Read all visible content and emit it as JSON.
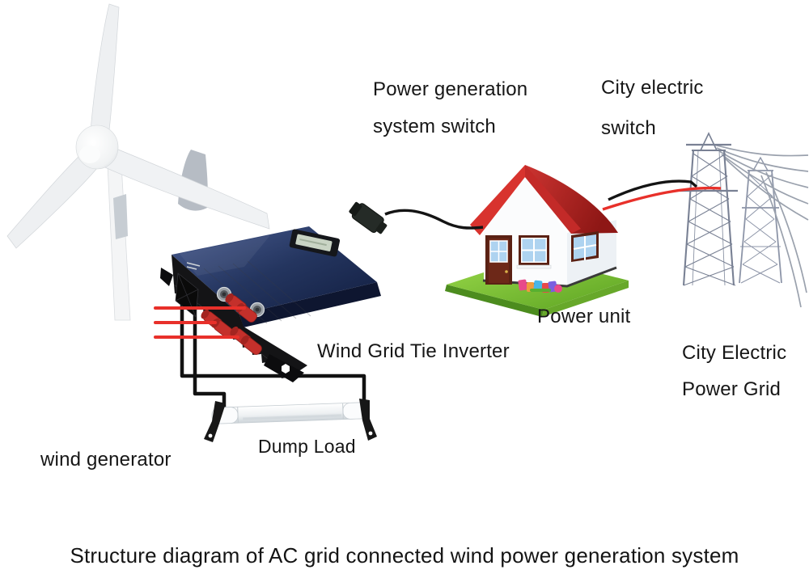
{
  "diagram": {
    "caption": "Structure diagram of AC grid connected wind power generation system",
    "labels": {
      "power_generation_switch": [
        "Power generation",
        "system switch"
      ],
      "city_electric_switch": [
        "City electric",
        "switch"
      ],
      "power_unit": "Power unit",
      "wind_grid_tie_inverter": "Wind Grid Tie Inverter",
      "city_electric_power_grid": [
        "City Electric",
        "Power Grid"
      ],
      "wind_generator": "wind generator",
      "dump_load": "Dump Load"
    },
    "components": [
      {
        "id": "wind-turbine",
        "label": "wind generator"
      },
      {
        "id": "inverter",
        "label": "Wind Grid Tie Inverter"
      },
      {
        "id": "dump-load",
        "label": "Dump Load"
      },
      {
        "id": "house",
        "label": "Power unit"
      },
      {
        "id": "power-grid",
        "label": "City Electric Power Grid"
      }
    ],
    "connections": [
      {
        "from": "wind generator",
        "to": "Wind Grid Tie Inverter",
        "wire_color": "red",
        "wires": 3
      },
      {
        "from": "Wind Grid Tie Inverter",
        "to": "Dump Load",
        "wire_color": "black",
        "wires": 2
      },
      {
        "from": "Wind Grid Tie Inverter",
        "to": "Power unit",
        "via": "Power generation system switch",
        "wire_color": "black"
      },
      {
        "from": "Power unit",
        "to": "City Electric Power Grid",
        "via": "City electric switch",
        "wire_color": "black and red"
      }
    ]
  },
  "colors": {
    "wire_red": "#e8302a",
    "wire_black": "#141414",
    "roof_red": "#b5221f",
    "lawn_green": "#76c433",
    "inverter_blue": "#2c4272",
    "tower_gray": "#7b8396",
    "text": "#161616"
  }
}
